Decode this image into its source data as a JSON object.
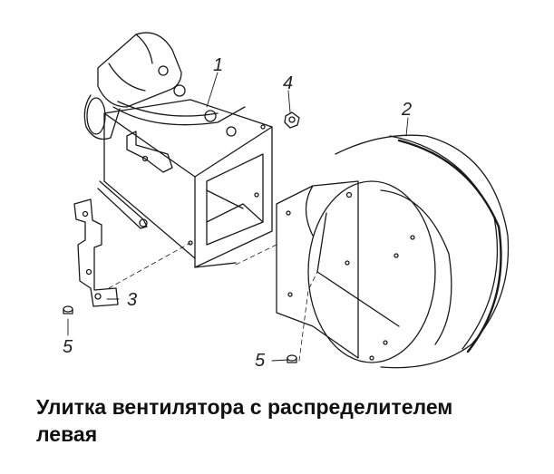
{
  "callouts": {
    "c1": "1",
    "c2": "2",
    "c3": "3",
    "c4": "4",
    "c5a": "5",
    "c5b": "5"
  },
  "caption": {
    "line1": "Улитка вентилятора с распределителем",
    "line2": "левая"
  }
}
